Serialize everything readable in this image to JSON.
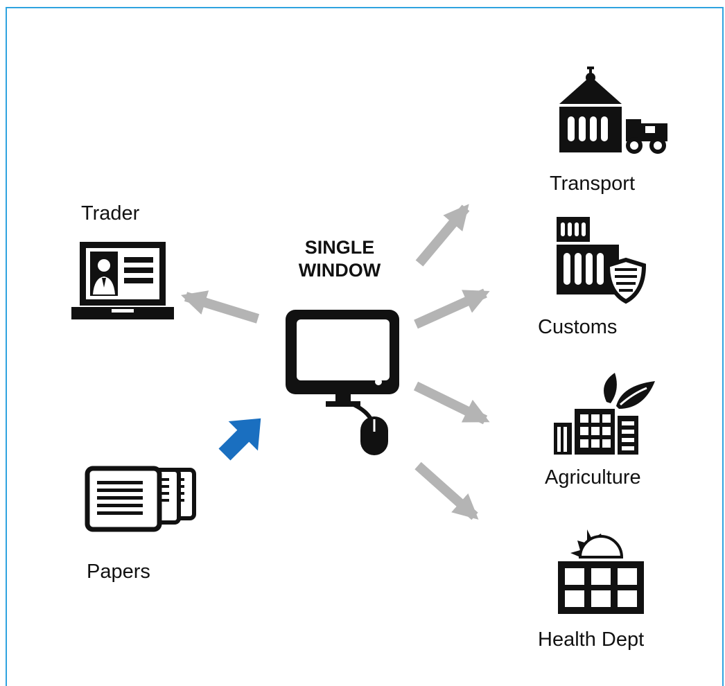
{
  "center": {
    "title_line1": "SINGLE",
    "title_line2": "WINDOW",
    "icon": "computer-monitor-with-mouse"
  },
  "nodes": [
    {
      "id": "trader",
      "label": "Trader",
      "icon": "laptop-person-icon"
    },
    {
      "id": "papers",
      "label": "Papers",
      "icon": "documents-icon"
    },
    {
      "id": "transport",
      "label": "Transport",
      "icon": "building-truck-icon"
    },
    {
      "id": "customs",
      "label": "Customs",
      "icon": "building-shield-icon"
    },
    {
      "id": "agriculture",
      "label": "Agriculture",
      "icon": "building-leaves-icon"
    },
    {
      "id": "health",
      "label": "Health Dept",
      "icon": "building-sun-icon"
    }
  ],
  "colors": {
    "frame": "#2ea3df",
    "arrow_gray": "#b4b4b4",
    "arrow_blue": "#1a6fc0",
    "icon": "#111111"
  }
}
